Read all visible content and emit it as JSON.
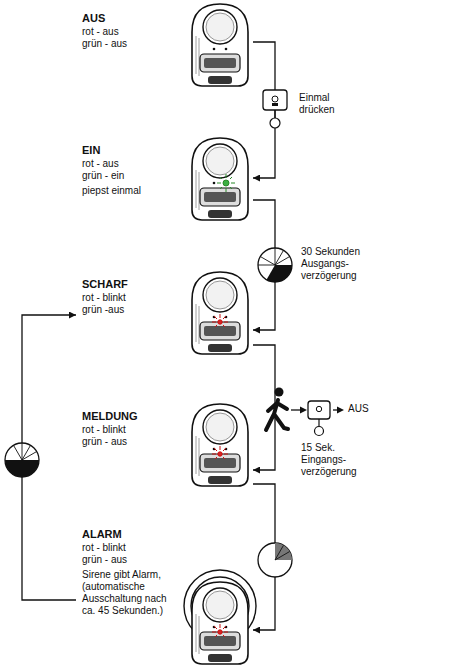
{
  "diagram": {
    "nodes": [
      {
        "text": [
          "AUS",
          "rot - aus grün - aus"
        ]
      },
      {
        "text": [
          "EIN",
          "rot - aus grün - ein",
          "piepst einmal"
        ]
      },
      {
        "text": [
          "SCHARF",
          "rot - blinkt grün -aus"
        ]
      },
      {
        "text": [
          "MELDUNG",
          "rot - blinkt grün - aus"
        ]
      },
      {
        "text": [
          "ALARM",
          "rot - blinkt grün - aus",
          "Sirene gibt Alarm, (automatische Ausschaltung nach ca. 45 Sekunden.)"
        ]
      }
    ],
    "edges": [
      {
        "from": 0,
        "to": 1,
        "arrow": "to",
        "label": "Einmal drücken"
      },
      {
        "from": 1,
        "to": 2,
        "arrow": "to",
        "label": "30 Sekunden Ausgangs- verzögerung"
      },
      {
        "from": 2,
        "to": 3,
        "arrow": "to"
      },
      {
        "from": 3,
        "to": 4,
        "arrow": "to",
        "label": "15 Sek. Eingangs- verzögerung"
      },
      {
        "from": 4,
        "to": 2,
        "arrow": "to"
      }
    ],
    "labels": [
      "AUS"
    ]
  }
}
